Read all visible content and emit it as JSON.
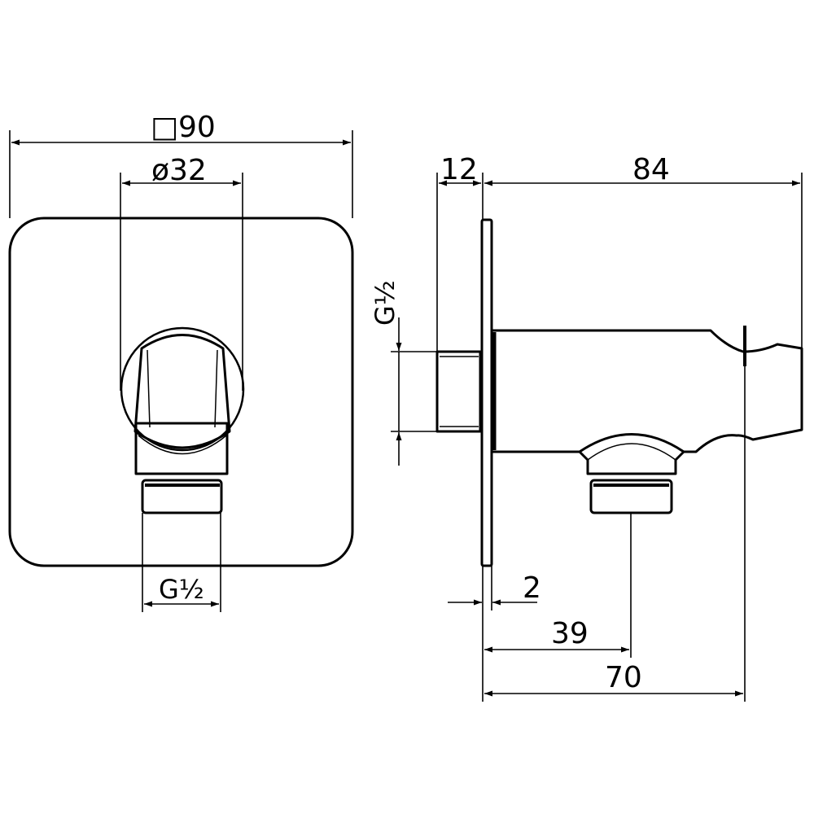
{
  "front_view": {
    "dim_square": "□90",
    "dim_diameter": "ø32",
    "dim_thread": "G½"
  },
  "side_view": {
    "dim_plate": "12",
    "dim_depth": "84",
    "dim_inlet_thread": "G½",
    "dim_plate_thickness": "2",
    "dim_outlet_offset": "39",
    "dim_body_length": "70"
  }
}
